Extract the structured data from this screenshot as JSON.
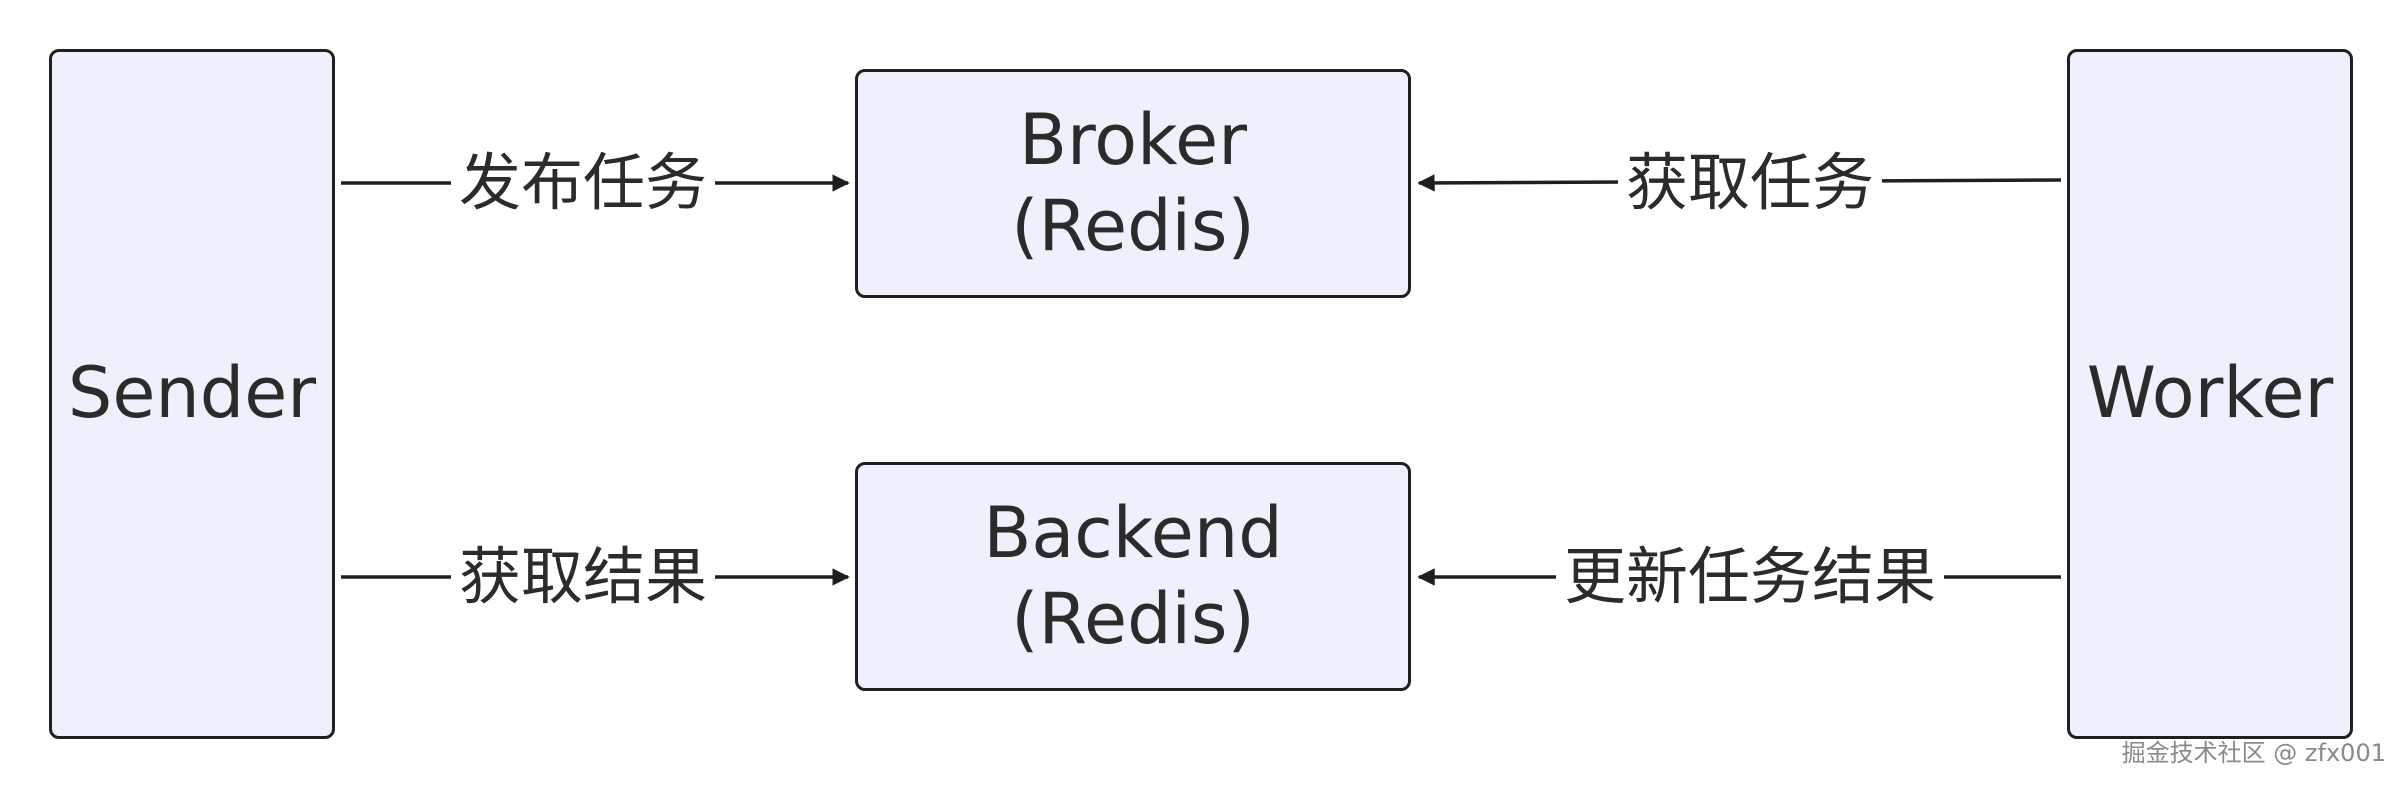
{
  "nodes": {
    "sender": {
      "label": "Sender"
    },
    "broker": {
      "line1": "Broker",
      "line2": "(Redis)"
    },
    "backend": {
      "line1": "Backend",
      "line2": "(Redis)"
    },
    "worker": {
      "label": "Worker"
    }
  },
  "edges": {
    "publish_task": "发布任务",
    "fetch_task": "获取任务",
    "fetch_result": "获取结果",
    "update_result": "更新任务结果"
  },
  "watermark": "掘金技术社区 @ zfx001",
  "colors": {
    "node_fill": "#eef1fb",
    "node_border": "#1f1f1f",
    "arrow": "#1f1f1f",
    "text": "#2b2b2b"
  }
}
